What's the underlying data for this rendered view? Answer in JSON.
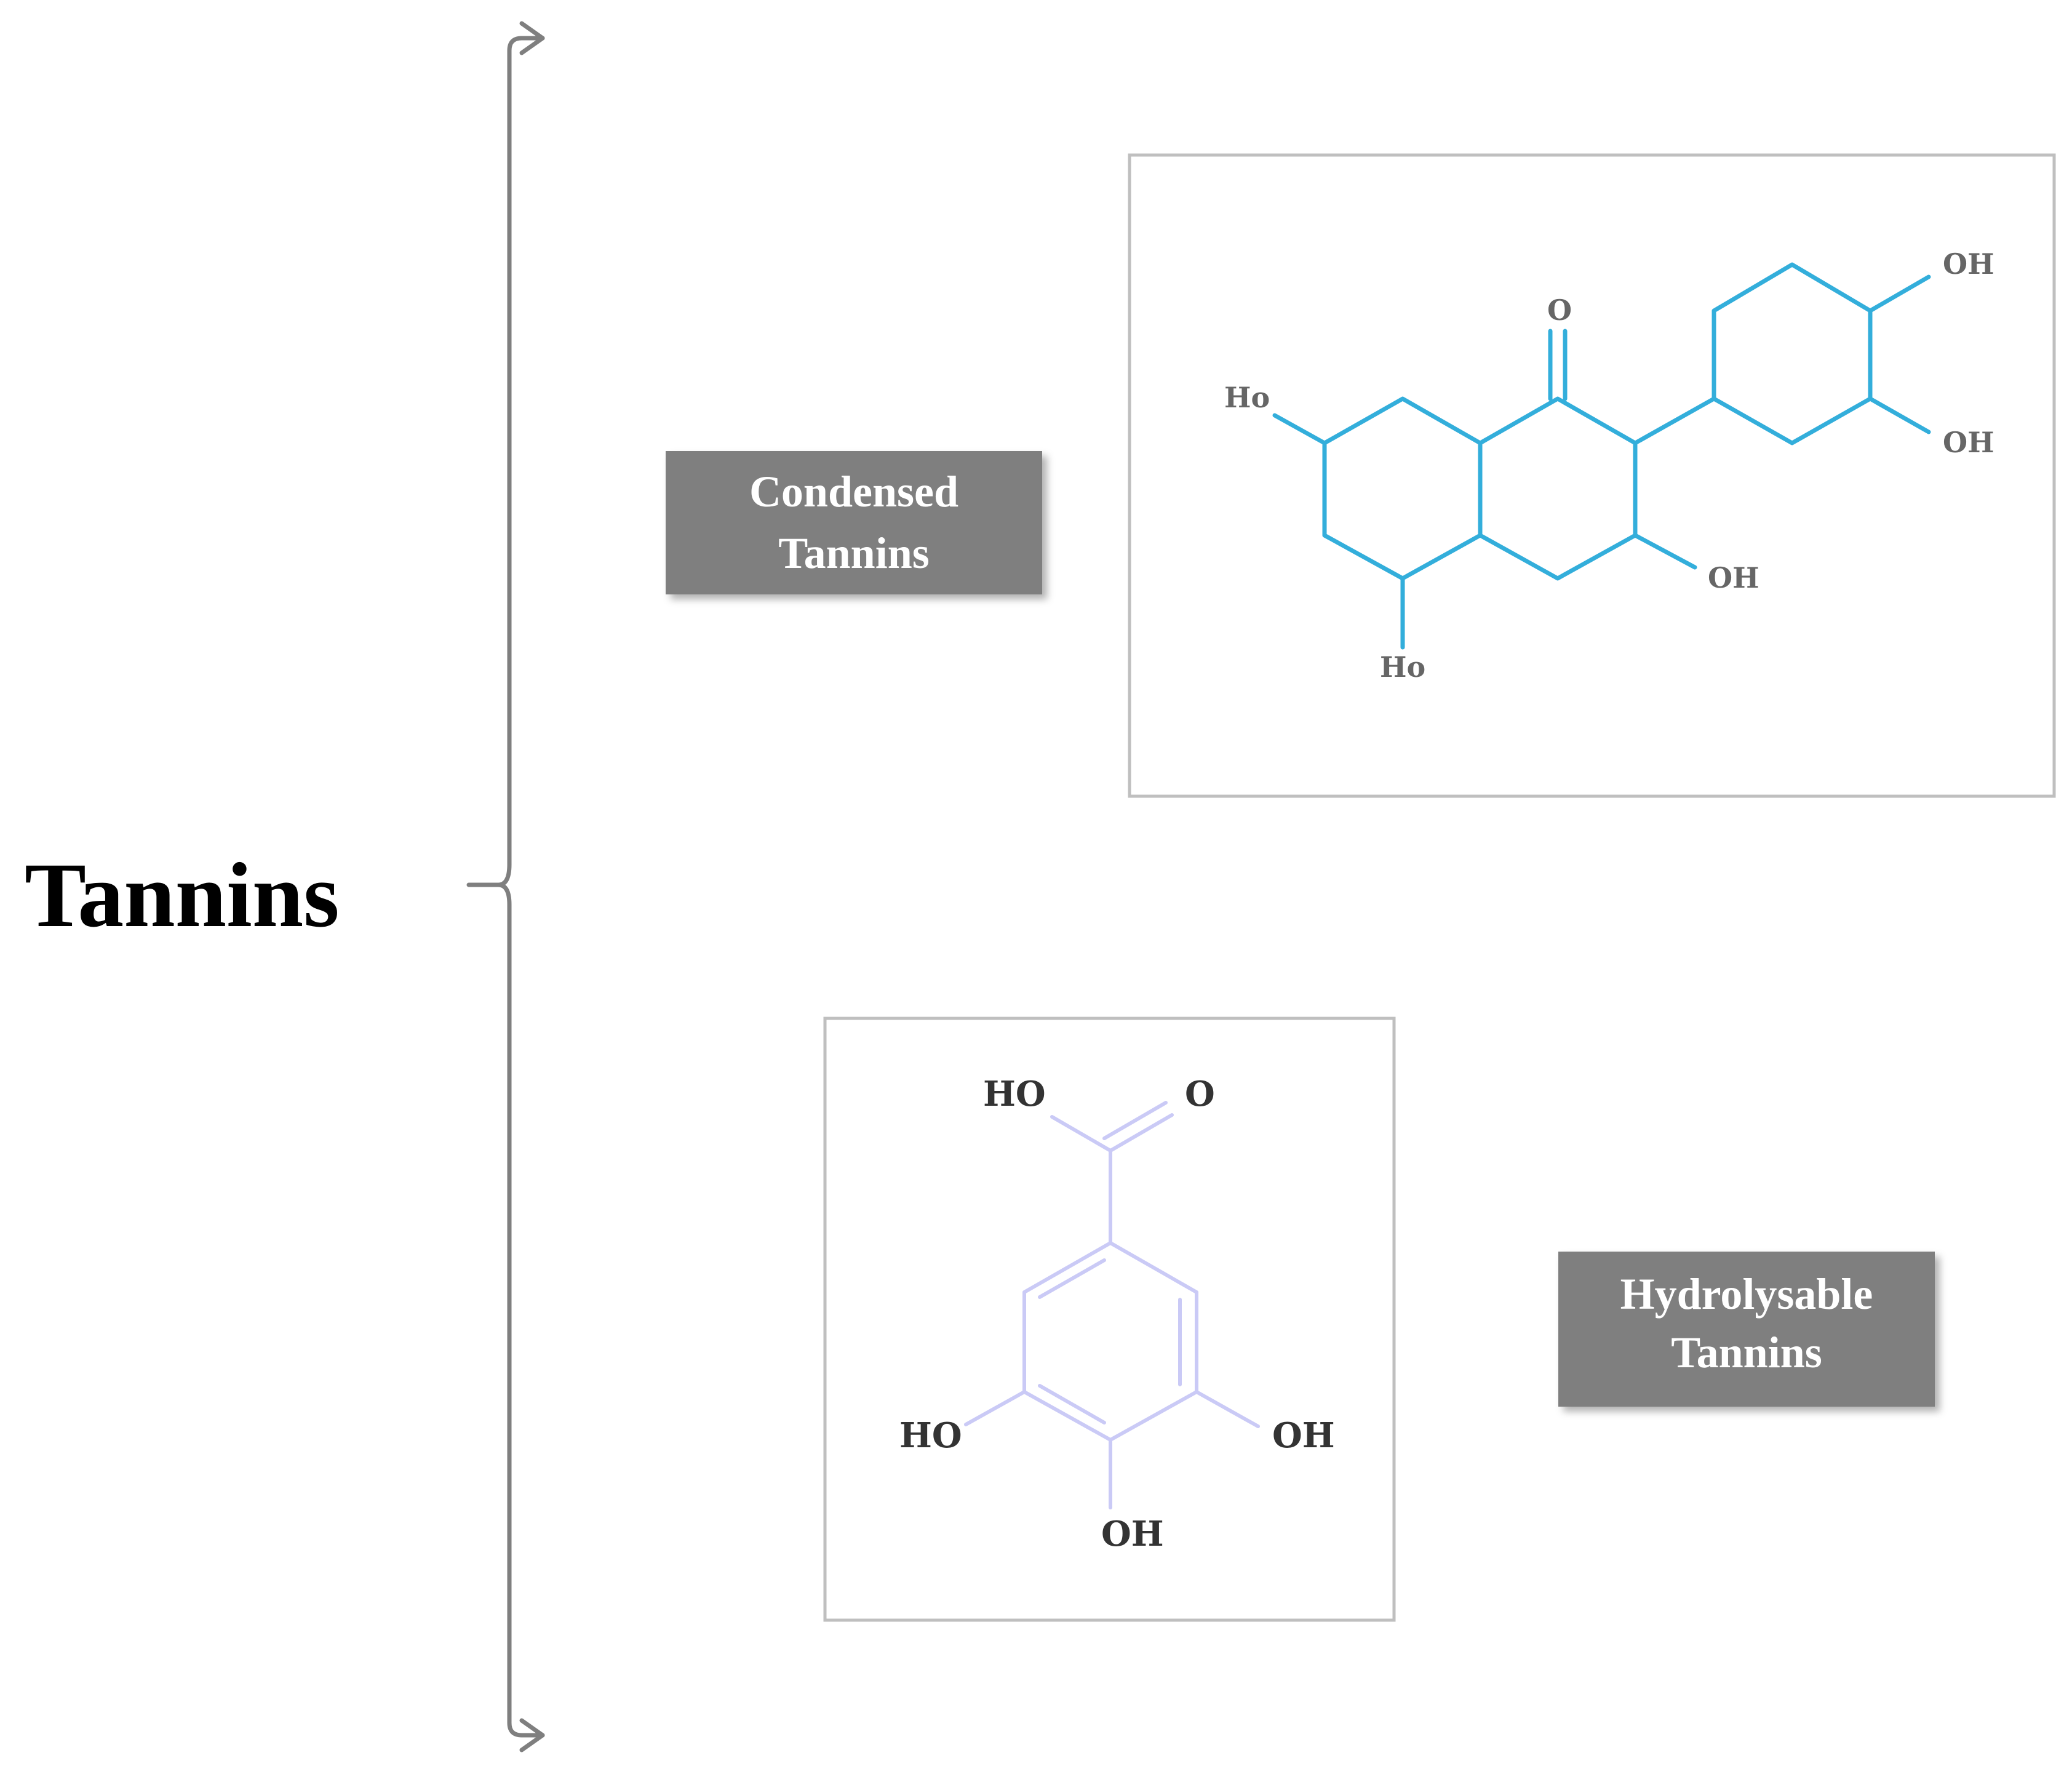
{
  "root": {
    "title": "Tannins"
  },
  "categories": [
    {
      "label_lines": [
        "Condensed",
        "Tannins"
      ],
      "atoms": {
        "ho_left": "Ho",
        "o_top": "O",
        "oh_upper": "OH",
        "oh_lower": "OH",
        "oh_mid": "OH",
        "ho_bottom": "Ho"
      }
    },
    {
      "label_lines": [
        "Hydrolysable",
        "Tannins"
      ],
      "atoms": {
        "ho_top": "HO",
        "o_top": "O",
        "ho_left": "HO",
        "oh_right": "OH",
        "oh_bottom": "OH"
      }
    }
  ],
  "colors": {
    "condensed_bonds": "#33AEDB",
    "hydrolysable_bonds": "#CACAF6",
    "label_box": "#7F7F7F",
    "brace": "#7F7F7F",
    "frame": "#BFBFBF"
  }
}
